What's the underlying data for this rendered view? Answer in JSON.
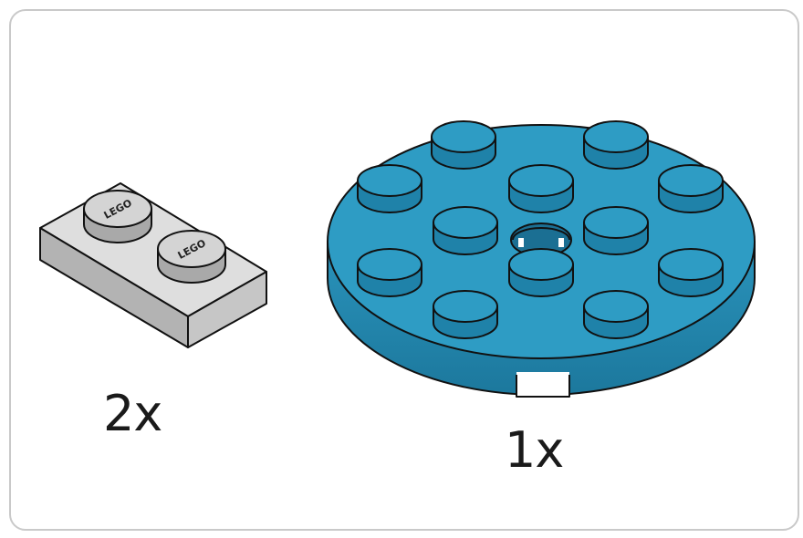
{
  "parts": [
    {
      "name": "plate-1x2",
      "quantity_label": "2x",
      "color": "#d9d9d9",
      "stud_logo": "LEGO"
    },
    {
      "name": "round-plate-4x4",
      "quantity_label": "1x",
      "color": "#2e9cc4"
    }
  ],
  "colors": {
    "border": "#c9c9c9",
    "gray_top": "#dcdcdc",
    "gray_front": "#b0b0b0",
    "gray_side": "#c4c4c4",
    "blue_top": "#2e9cc4",
    "blue_side": "#1e7fa6",
    "outline": "#111111"
  }
}
